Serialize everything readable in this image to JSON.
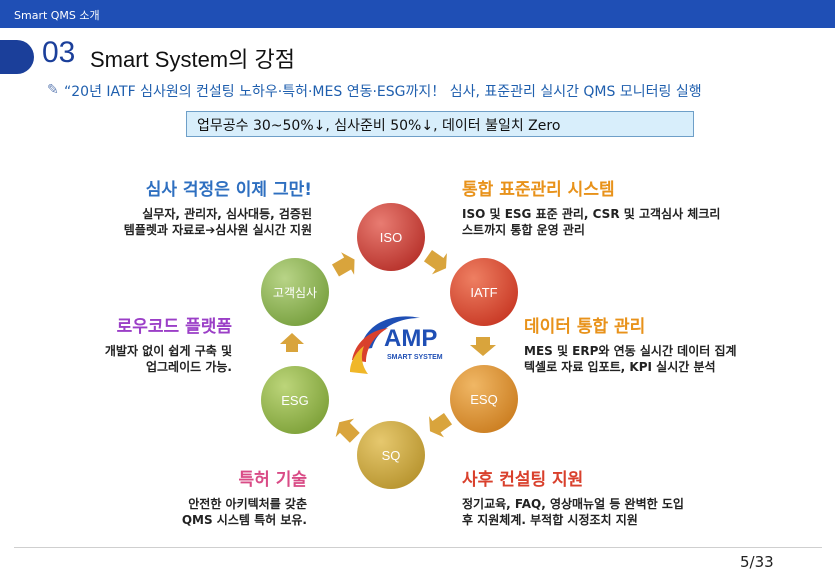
{
  "header": {
    "section_label": "Smart QMS 소개"
  },
  "title": {
    "number": "03",
    "text": "Smart System의 강점"
  },
  "subtitle": {
    "quote": "“20년 IATF 심사원의 컨설팅 노하우·특허·MES 연동·ESG까지！ 심사, 표준관리 실시간 QMS 모니터링 실행"
  },
  "kpi": {
    "text": "업무공수 30~50%↓, 심사준비 50%↓, 데이터 불일치 Zero"
  },
  "features": {
    "audit": {
      "title": "심사 걱정은 이제 그만!",
      "line1": "실무자, 관리자, 심사대등, 검증된",
      "line2": "템플렛과 자료로➔심사원 실시간 지원",
      "color": "#2e6fc0"
    },
    "standard": {
      "title": "통합 표준관리 시스템",
      "line1": "ISO 및 ESG 표준 관리, CSR 및 고객심사 체크리",
      "line2": "스트까지 통합 운영 관리",
      "color": "#e8921a"
    },
    "lowcode": {
      "title": "로우코드 플랫폼",
      "line1": "개발자 없이 쉽게 구축 및",
      "line2": "업그레이드 가능.",
      "color": "#9b3fc7"
    },
    "data": {
      "title": "데이터 통합 관리",
      "line1": "MES 및 ERP와 연동 실시간 데이터 집계",
      "line2": "텍셀로 자료 입포트, KPI 실시간 분석",
      "color": "#e8921a"
    },
    "patent": {
      "title": "특허 기술",
      "line1": "안전한 아키텍처를 갖춘",
      "line2": "QMS 시스템 특허 보유.",
      "color": "#d94b86"
    },
    "consult": {
      "title": "사후 컨설팅 지원",
      "line1": "정기교육, FAQ, 영상매뉴얼 등 완벽한 도입",
      "line2": "후 지원체계. 부적합 시정조치 지원",
      "color": "#d9402c"
    }
  },
  "cycle": {
    "nodes": [
      "ISO",
      "IATF",
      "ESQ",
      "SQ",
      "ESG",
      "고객심사"
    ],
    "node_colors": [
      "#c9423a",
      "#d9452e",
      "#d9922a",
      "#c9a63c",
      "#93b545",
      "#88b24f"
    ],
    "arrow_color": "#d9a43c"
  },
  "logo": {
    "name": "AMP",
    "tagline": "SMART SYSTEM"
  },
  "footer": {
    "page": "5/33"
  }
}
